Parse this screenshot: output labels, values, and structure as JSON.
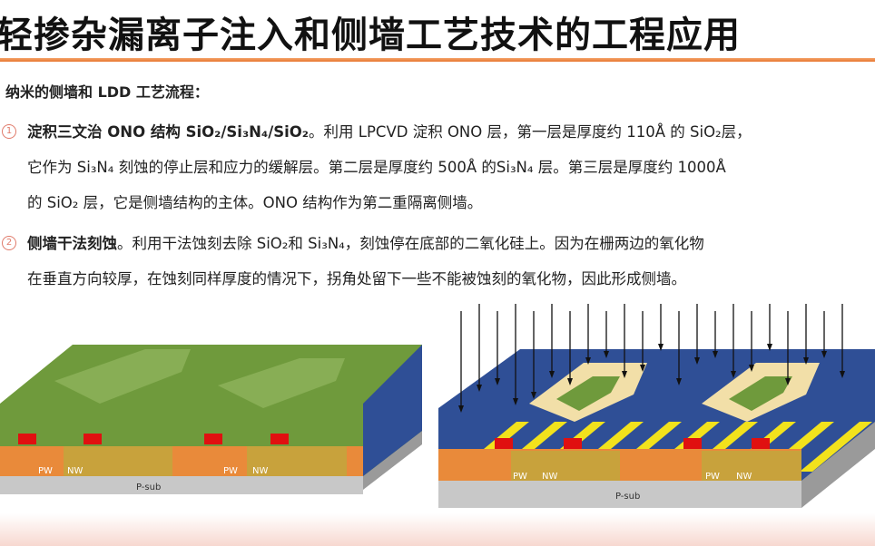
{
  "title": "轻掺杂漏离子注入和侧墙工艺技术的工程应用",
  "subheading": "纳米的侧墙和 LDD 工艺流程：",
  "items": [
    {
      "number": "1",
      "bold": "淀积三文治 ONO 结构 SiO₂/Si₃N₄/SiO₂",
      "lines": [
        "。利用 LPCVD 淀积 ONO 层，第一层是厚度约 110Å 的 SiO₂层，",
        "它作为 Si₃N₄ 刻蚀的停止层和应力的缓解层。第二层是厚度约 500Å 的Si₃N₄ 层。第三层是厚度约 1000Å",
        "的 SiO₂ 层，它是侧墙结构的主体。ONO 结构作为第二重隔离侧墙。"
      ]
    },
    {
      "number": "2",
      "bold": "侧墙干法刻蚀",
      "lines": [
        "。利用干法蚀刻去除 SiO₂和 Si₃N₄，刻蚀停在底部的二氧化硅上。因为在栅两边的氧化物",
        "在垂直方向较厚，在蚀刻同样厚度的情况下，拐角处留下一些不能被蚀刻的氧化物，因此形成侧墙。"
      ]
    }
  ],
  "diagrams": {
    "left": {
      "pw": "PW",
      "nw": "NW",
      "pw2": "PW",
      "nw2": "NW",
      "psub": "P-sub"
    },
    "right": {
      "pw": "PW",
      "nw": "NW",
      "pw2": "PW",
      "nw2": "NW",
      "psub": "P-sub",
      "arrow_count": 22
    }
  },
  "colors": {
    "accent": "#e8762f",
    "green": "#6f9a3c",
    "blue": "#2f4f96",
    "orange": "#e98a3a",
    "yellow": "#f2e21c",
    "gray": "#b9b9b9"
  }
}
